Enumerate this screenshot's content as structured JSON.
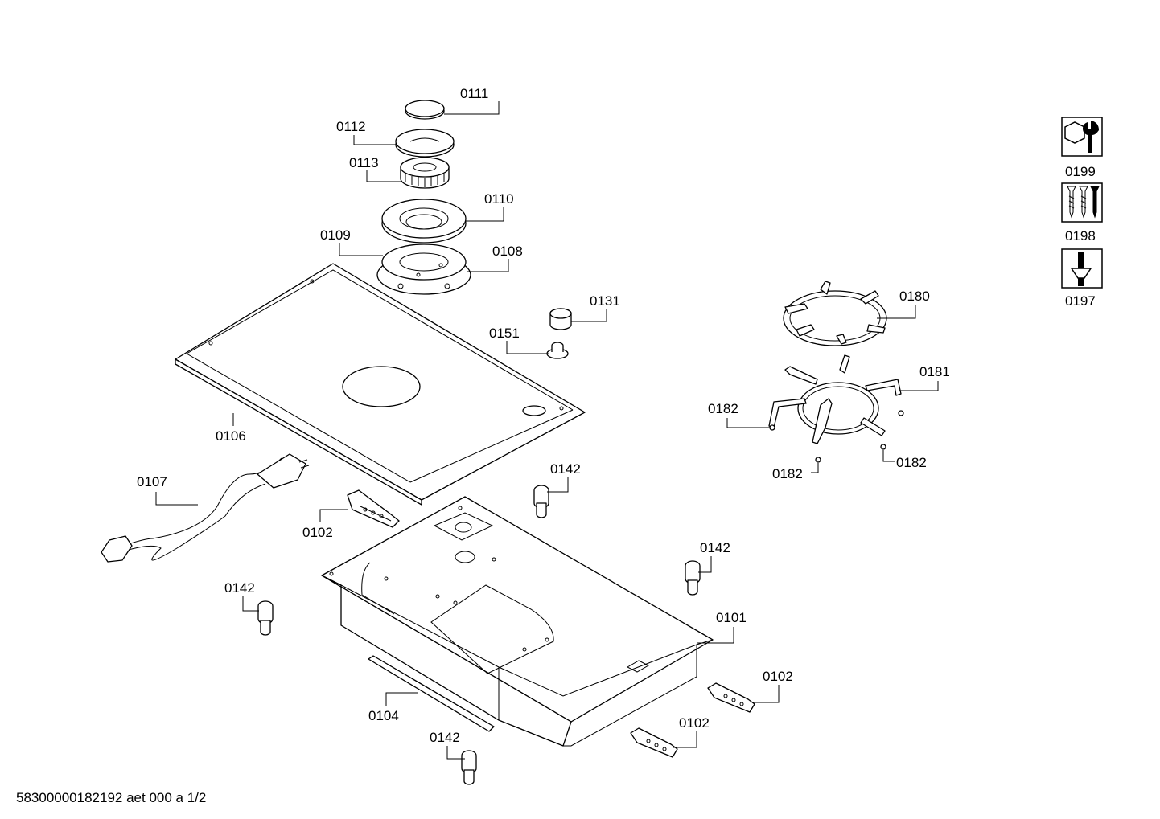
{
  "labels": {
    "p0111": "0111",
    "p0112": "0112",
    "p0113": "0113",
    "p0110": "0110",
    "p0109": "0109",
    "p0108": "0108",
    "p0131": "0131",
    "p0151": "0151",
    "p0106": "0106",
    "p0107": "0107",
    "p0102a": "0102",
    "p0142a": "0142",
    "p0142b": "0142",
    "p0142c": "0142",
    "p0142d": "0142",
    "p0101": "0101",
    "p0102b": "0102",
    "p0102c": "0102",
    "p0104": "0104",
    "p0180": "0180",
    "p0181": "0181",
    "p0182a": "0182",
    "p0182b": "0182",
    "p0182c": "0182",
    "p0199": "0199",
    "p0198": "0198",
    "p0197": "0197"
  },
  "footer": "58300000182192 aet 000 a 1/2",
  "icons": [
    "nut-wrench-icon",
    "screws-icon",
    "screw-insert-icon"
  ]
}
